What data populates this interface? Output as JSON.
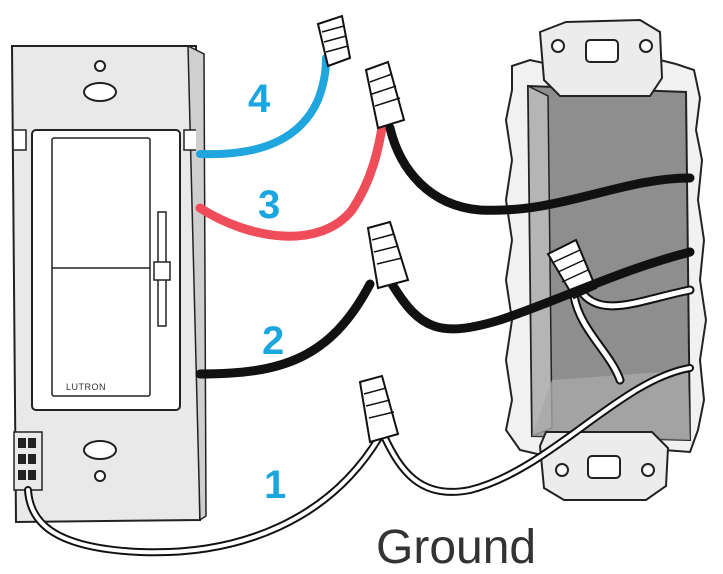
{
  "diagram": {
    "brand_label": "LUTRON",
    "steps": [
      {
        "number": "1",
        "wire": "ground"
      },
      {
        "number": "2",
        "wire": "black"
      },
      {
        "number": "3",
        "wire": "red"
      },
      {
        "number": "4",
        "wire": "blue"
      }
    ],
    "ground_label": "Ground",
    "colors": {
      "step_number": "#1ba6e0",
      "blue_wire": "#1fa6df",
      "red_wire": "#ef4d5a",
      "black_wire": "#111111",
      "ground_wire": "#6e6e6e",
      "wall_plate": "#e9e9e9",
      "box_interior": "#8e8e8e"
    }
  }
}
